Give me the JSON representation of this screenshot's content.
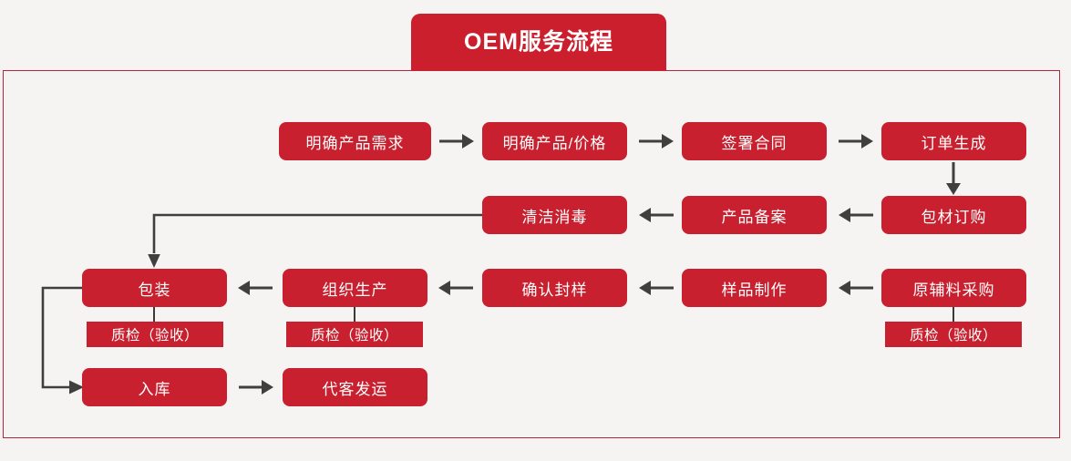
{
  "banner": {
    "title": "OEM服务流程"
  },
  "theme": {
    "box_red": "#c8202e",
    "banner_red": "#cc1f2d",
    "frame_border": "#b3273c",
    "arrow_gray": "#3f3f3f",
    "page_bg": "#f5f4f2",
    "text_white": "#ffffff"
  },
  "flow": {
    "row1": [
      {
        "id": "n1",
        "label": "明确产品需求"
      },
      {
        "id": "n2",
        "label": "明确产品/价格"
      },
      {
        "id": "n3",
        "label": "签署合同"
      },
      {
        "id": "n4",
        "label": "订单生成"
      }
    ],
    "row2": [
      {
        "id": "n5",
        "label": "清洁消毒"
      },
      {
        "id": "n6",
        "label": "产品备案"
      },
      {
        "id": "n7",
        "label": "包材订购"
      }
    ],
    "row3": [
      {
        "id": "n8",
        "label": "包装",
        "sub": "质检（验收）"
      },
      {
        "id": "n9",
        "label": "组织生产",
        "sub": "质检（验收）"
      },
      {
        "id": "n10",
        "label": "确认封样",
        "sub": null
      },
      {
        "id": "n11",
        "label": "样品制作",
        "sub": null
      },
      {
        "id": "n12",
        "label": "原辅料采购",
        "sub": "质检（验收）"
      }
    ],
    "row4": [
      {
        "id": "n13",
        "label": "入库"
      },
      {
        "id": "n14",
        "label": "代客发运"
      }
    ]
  },
  "connectors": [
    {
      "name": "arrow-n1-n2",
      "direction": "right"
    },
    {
      "name": "arrow-n2-n3",
      "direction": "right"
    },
    {
      "name": "arrow-n3-n4",
      "direction": "right"
    },
    {
      "name": "arrow-n4-n7",
      "direction": "down"
    },
    {
      "name": "arrow-n7-n6",
      "direction": "left"
    },
    {
      "name": "arrow-n6-n5",
      "direction": "left"
    },
    {
      "name": "elbow-n5-n8",
      "direction": "left-then-down"
    },
    {
      "name": "arrow-n12-n11",
      "direction": "left"
    },
    {
      "name": "arrow-n11-n10",
      "direction": "left"
    },
    {
      "name": "arrow-n10-n9",
      "direction": "left"
    },
    {
      "name": "arrow-n9-n8",
      "direction": "left"
    },
    {
      "name": "elbow-n8-n13",
      "direction": "left-then-down-then-right"
    },
    {
      "name": "arrow-n13-n14",
      "direction": "right"
    }
  ]
}
